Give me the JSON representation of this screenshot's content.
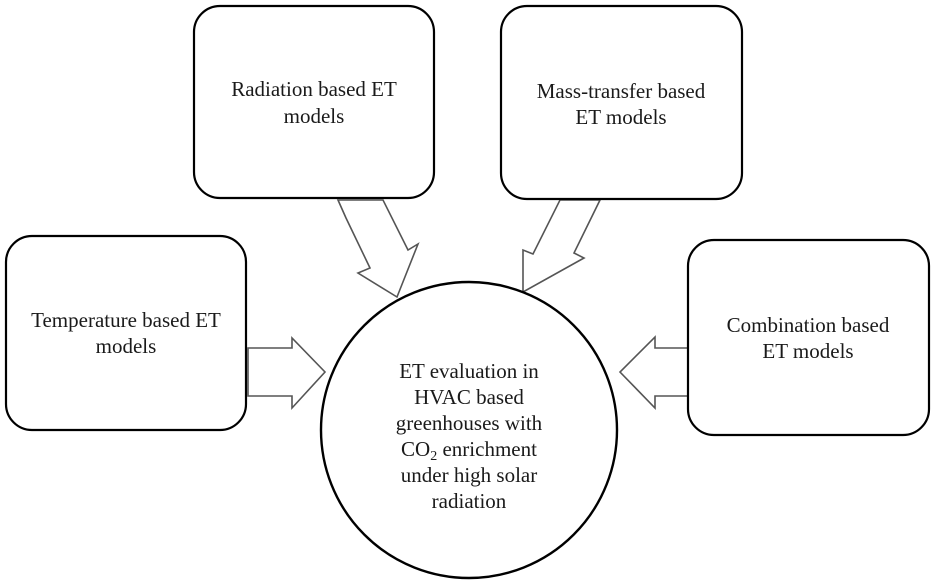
{
  "diagram": {
    "center": {
      "line1": "ET evaluation in",
      "line2": "HVAC based",
      "line3": "greenhouses with",
      "line4_main": "CO",
      "line4_sub": "2",
      "line4_rest": " enrichment",
      "line5": "under high solar",
      "line6": "radiation"
    },
    "boxes": {
      "radiation": {
        "line1": "Radiation based ET",
        "line2": "models"
      },
      "mass_transfer": {
        "line1": "Mass-transfer based",
        "line2": "ET models"
      },
      "temperature": {
        "line1": "Temperature based ET",
        "line2": "models"
      },
      "combination": {
        "line1": "Combination based",
        "line2": "ET models"
      }
    }
  }
}
